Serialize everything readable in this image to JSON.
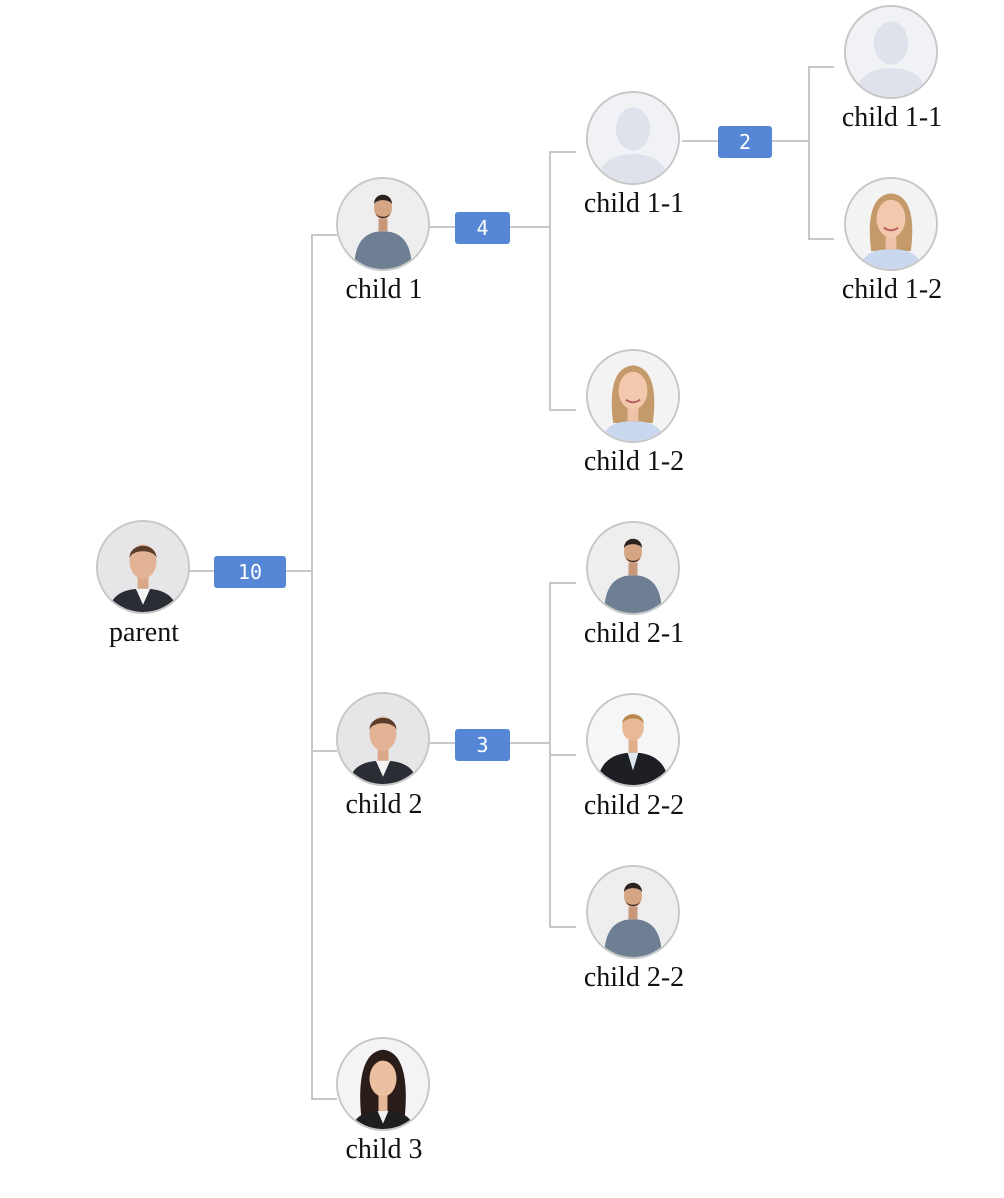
{
  "tree": {
    "parent": {
      "label": "parent",
      "avatar": "man-suit-icon",
      "count": "10"
    },
    "child1": {
      "label": "child 1",
      "avatar": "man-shirt-icon",
      "count": "4"
    },
    "child1_1": {
      "label": "child 1-1",
      "avatar": "placeholder-person-icon",
      "count": "2"
    },
    "child1_1_1": {
      "label": "child 1-1",
      "avatar": "placeholder-person-icon"
    },
    "child1_1_2": {
      "label": "child 1-2",
      "avatar": "woman-blonde-icon"
    },
    "child1_2": {
      "label": "child 1-2",
      "avatar": "woman-blonde-icon"
    },
    "child2": {
      "label": "child 2",
      "avatar": "man-suit-icon",
      "count": "3"
    },
    "child2_1": {
      "label": "child 2-1",
      "avatar": "man-shirt-icon"
    },
    "child2_2a": {
      "label": "child 2-2",
      "avatar": "man-dark-suit-icon"
    },
    "child2_2b": {
      "label": "child 2-2",
      "avatar": "man-shirt-icon"
    },
    "child3": {
      "label": "child 3",
      "avatar": "woman-dark-hair-icon"
    }
  },
  "colors": {
    "badge": "#5687d6",
    "connector": "#c8c8c8",
    "avatar_border": "#c7c7c7"
  }
}
